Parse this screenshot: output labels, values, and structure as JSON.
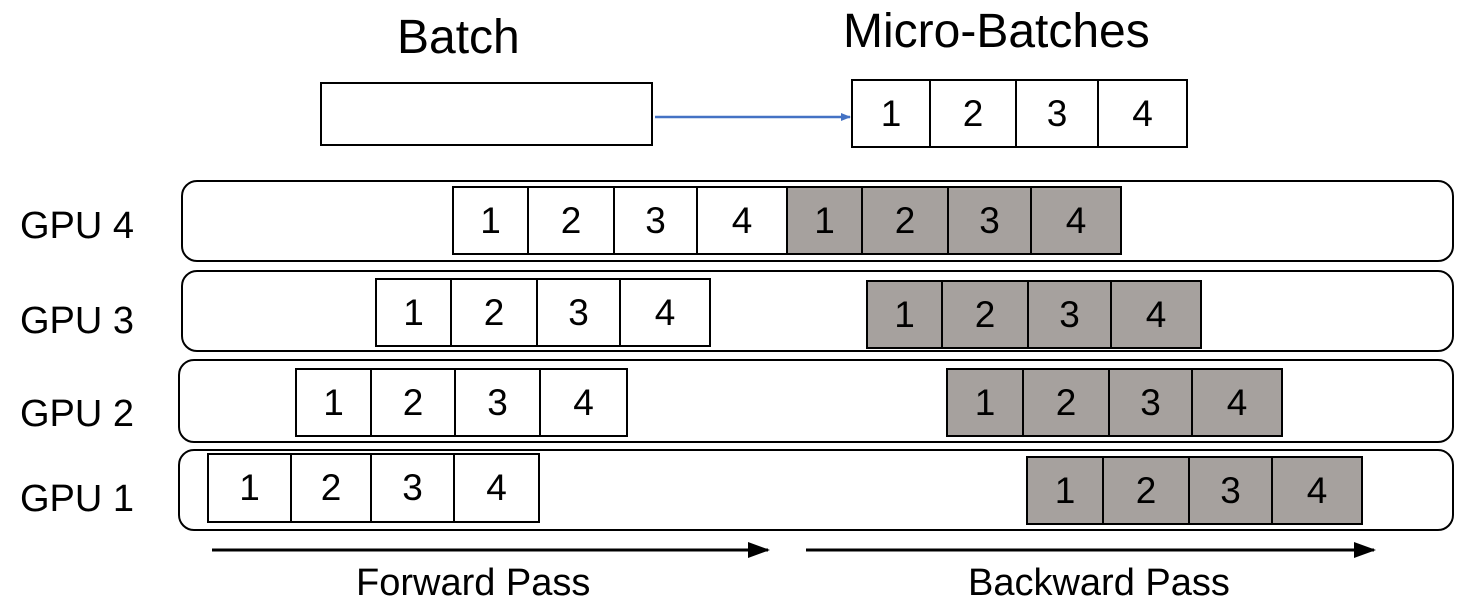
{
  "titles": {
    "batch": "Batch",
    "micro_batches": "Micro-Batches"
  },
  "micro_batch_ids": [
    "1",
    "2",
    "3",
    "4"
  ],
  "gpus": [
    {
      "label": "GPU 4",
      "forward": [
        "1",
        "2",
        "3",
        "4"
      ],
      "backward": [
        "1",
        "2",
        "3",
        "4"
      ]
    },
    {
      "label": "GPU 3",
      "forward": [
        "1",
        "2",
        "3",
        "4"
      ],
      "backward": [
        "1",
        "2",
        "3",
        "4"
      ]
    },
    {
      "label": "GPU 2",
      "forward": [
        "1",
        "2",
        "3",
        "4"
      ],
      "backward": [
        "1",
        "2",
        "3",
        "4"
      ]
    },
    {
      "label": "GPU 1",
      "forward": [
        "1",
        "2",
        "3",
        "4"
      ],
      "backward": [
        "1",
        "2",
        "3",
        "4"
      ]
    }
  ],
  "passes": {
    "forward": "Forward Pass",
    "backward": "Backward Pass"
  },
  "colors": {
    "backward_fill": "#a6a19e",
    "arrow_blue": "#4472c4"
  }
}
